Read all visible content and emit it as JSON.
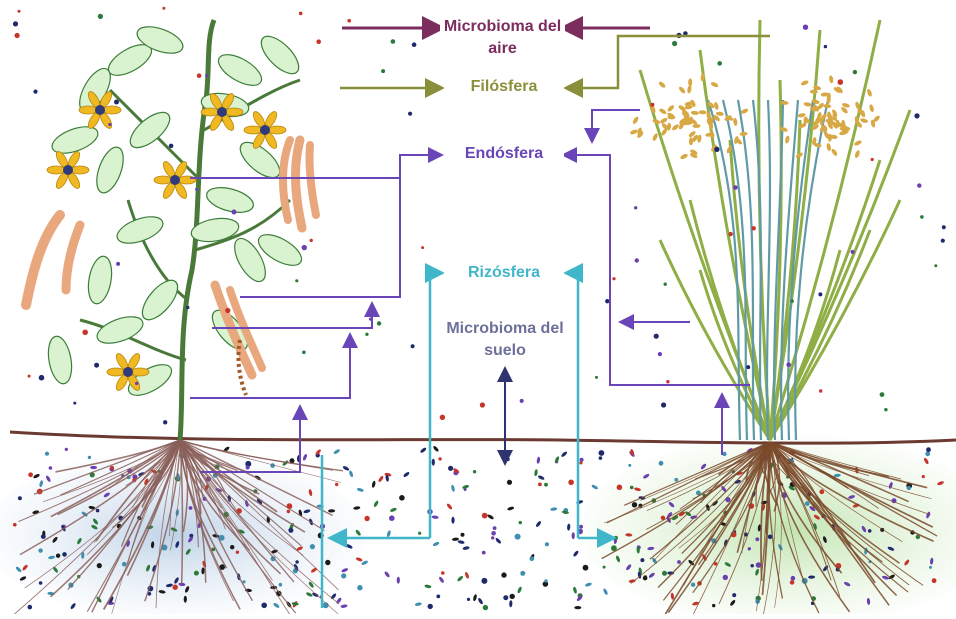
{
  "labels": {
    "air": "Microbioma del aire",
    "phyllosphere": "Filósfera",
    "endosphere": "Endósfera",
    "rhizosphere": "Rizósfera",
    "soil": "Microbioma del suelo"
  },
  "colors": {
    "air": "#7b2d5e",
    "phyllosphere": "#8a8f3a",
    "endosphere": "#6a45b8",
    "rhizosphere": "#3fb6c9",
    "soil": "#6e6f9a",
    "soil_arrow": "#2f3470",
    "ground_line": "#6b3b32",
    "leaf_fill": "#d9f2cf",
    "leaf_stroke": "#3d7d3a",
    "grass": "#8fae45",
    "grain": "#d8a844",
    "flower": "#f0b922",
    "pod": "#e8a77d",
    "root_left": "#8a5f5a",
    "root_right": "#7a4a2c",
    "soil_left_tint": "#c9d9ea",
    "soil_right_tint": "#cfeac2"
  },
  "figure": {
    "left_plant": "tomato plant",
    "right_plant": "rice plant"
  }
}
